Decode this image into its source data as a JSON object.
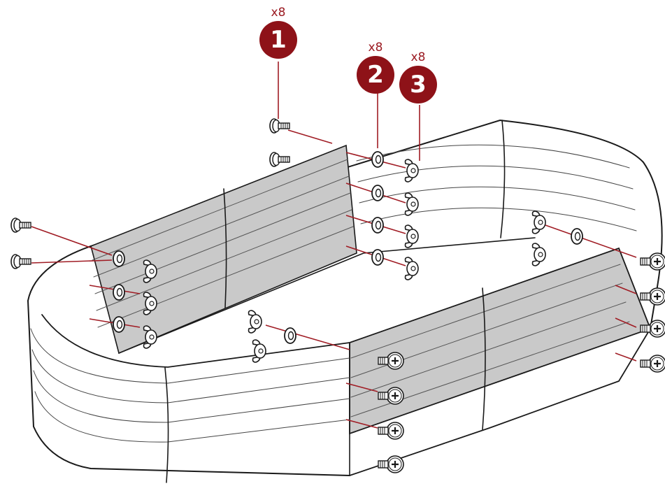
{
  "callouts": [
    {
      "number": "1",
      "quantity": "x8"
    },
    {
      "number": "2",
      "quantity": "x8"
    },
    {
      "number": "3",
      "quantity": "x8"
    }
  ],
  "colors": {
    "badge": "#8e1218",
    "quantity_text": "#9b1b22",
    "leader_line": "#a01c24",
    "panel_shade": "#c9c9c9",
    "outline": "#1a1a1a"
  },
  "parts": [
    {
      "callout": "1",
      "icon": "bolt-icon"
    },
    {
      "callout": "2",
      "icon": "washer-icon"
    },
    {
      "callout": "3",
      "icon": "wing-nut-icon"
    }
  ]
}
